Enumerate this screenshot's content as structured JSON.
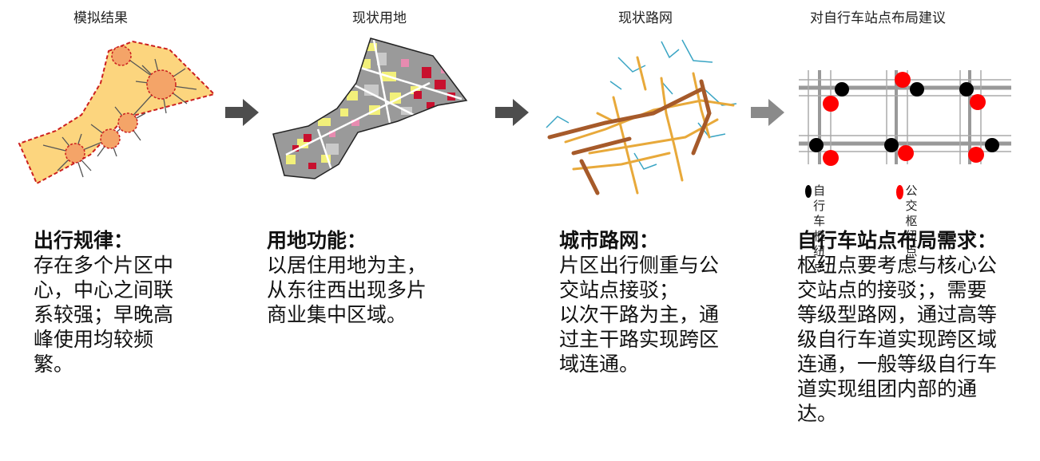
{
  "columns": [
    {
      "title": "模拟结果",
      "heading": "出行规律：",
      "body": "存在多个片区中\n心，中心之间联\n系较强；早晚高\n峰使用均较频\n繁。"
    },
    {
      "title": "现状用地",
      "heading": "用地功能：",
      "body": "以居住用地为主，\n从东往西出现多片\n商业集中区域。"
    },
    {
      "title": "现状路网",
      "heading": "城市路网：",
      "body": "片区出行侧重与公\n交站点接驳；\n以次干路为主，通\n过主干路实现跨区\n域连通。"
    },
    {
      "title": "对自行车站点布局建议",
      "heading": "自行车站点布局需求：",
      "body": "枢纽点要考虑与核心公\n交站点的接驳；，需要\n等级型路网，通过高等\n级自行车道实现跨区域\n连通，一般等级自行车\n道实现组团内部的通\n达。"
    }
  ],
  "legend": [
    {
      "label": "自行车\n枢纽点",
      "color": "#000000"
    },
    {
      "label": "公交枢\n纽点",
      "color": "#ff0000"
    }
  ],
  "colors": {
    "zone_fill": "#fcd57e",
    "zone_border": "#cc1f1f",
    "hub_fill": "#f4a468",
    "arrow": "#4d4d4d",
    "arrow_light": "#8a8a8a",
    "road_main": "#a65a2a",
    "road_secondary": "#e8a93a",
    "road_minor": "#3aa5c4",
    "grid_road": "#999999",
    "bike_hub": "#000000",
    "bus_hub": "#ff0000"
  }
}
